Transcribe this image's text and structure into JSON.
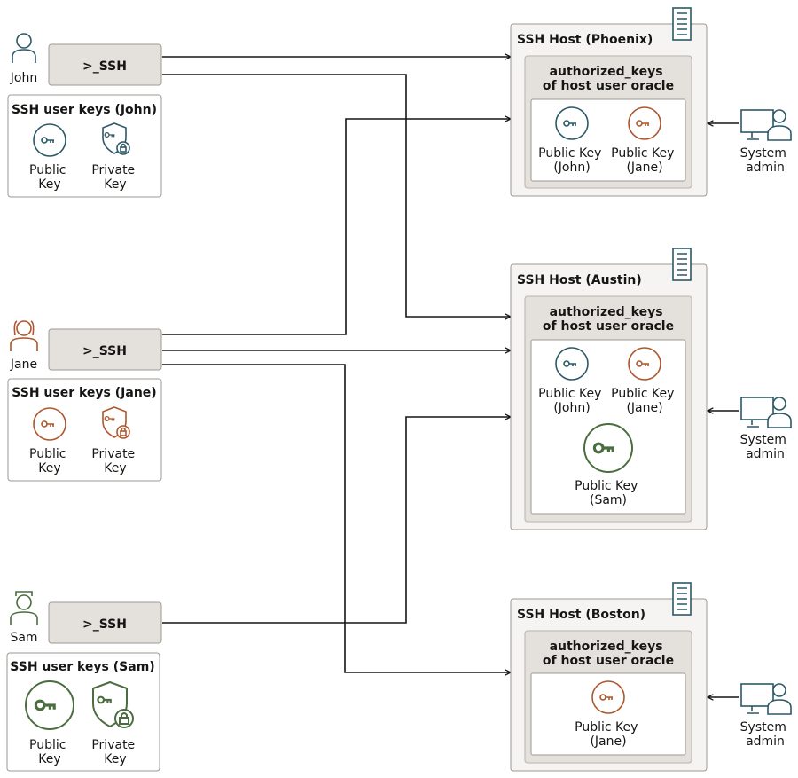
{
  "users": [
    {
      "name": "John",
      "ssh_label": ">_SSH",
      "keys_title": "SSH user keys (John)",
      "public_label": [
        "Public",
        "Key"
      ],
      "private_label": [
        "Private",
        "Key"
      ]
    },
    {
      "name": "Jane",
      "ssh_label": ">_SSH",
      "keys_title": "SSH user keys (Jane)",
      "public_label": [
        "Public",
        "Key"
      ],
      "private_label": [
        "Private",
        "Key"
      ]
    },
    {
      "name": "Sam",
      "ssh_label": ">_SSH",
      "keys_title": "SSH user keys (Sam)",
      "public_label": [
        "Public",
        "Key"
      ],
      "private_label": [
        "Private",
        "Key"
      ]
    }
  ],
  "hosts": [
    {
      "title": "SSH Host (Phoenix)",
      "auth_title": [
        "authorized_keys",
        "of host user oracle"
      ],
      "keys": [
        {
          "label": [
            "Public Key",
            "(John)"
          ],
          "owner": "John"
        },
        {
          "label": [
            "Public Key",
            "(Jane)"
          ],
          "owner": "Jane"
        }
      ],
      "admin_label": [
        "System",
        "admin"
      ]
    },
    {
      "title": "SSH Host (Austin)",
      "auth_title": [
        "authorized_keys",
        "of host user oracle"
      ],
      "keys": [
        {
          "label": [
            "Public Key",
            "(John)"
          ],
          "owner": "John"
        },
        {
          "label": [
            "Public Key",
            "(Jane)"
          ],
          "owner": "Jane"
        },
        {
          "label": [
            "Public Key",
            "(Sam)"
          ],
          "owner": "Sam"
        }
      ],
      "admin_label": [
        "System",
        "admin"
      ]
    },
    {
      "title": "SSH Host (Boston)",
      "auth_title": [
        "authorized_keys",
        "of host user oracle"
      ],
      "keys": [
        {
          "label": [
            "Public Key",
            "(Jane)"
          ],
          "owner": "Jane"
        }
      ],
      "admin_label": [
        "System",
        "admin"
      ]
    }
  ],
  "colors": {
    "john": "#2c5967",
    "jane": "#ae562c",
    "sam": "#4c6d3f",
    "line": "#161513",
    "box_border": "#9e9892",
    "host_fill": "#f5f4f2",
    "auth_fill": "#e4e1dd"
  }
}
